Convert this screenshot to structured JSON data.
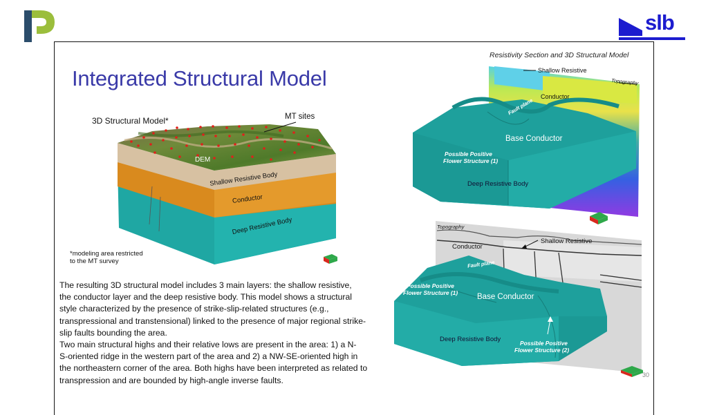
{
  "slide": {
    "title": "Integrated Structural Model",
    "page_number": "30"
  },
  "left_model": {
    "caption": "3D Structural Model*",
    "mt_sites_label": "MT sites",
    "dem_label": "DEM",
    "layers": {
      "shallow": "Shallow Resistive Body",
      "conductor": "Conductor",
      "deep": "Deep Resistive Body"
    },
    "footnote_line1": "*modeling area restricted",
    "footnote_line2": "to the MT survey"
  },
  "resistivity_section": {
    "title": "Resistivity Section and 3D Structural Model",
    "top": {
      "shallow_resistive": "Shallow Resistive",
      "topography": "Topography",
      "conductor": "Conductor",
      "fault_plane": "Fault plane",
      "base_conductor": "Base Conductor",
      "flower_line1": "Possible Positive",
      "flower_line2": "Flower Structure (1)",
      "deep_resistive": "Deep Resistive Body"
    },
    "bottom": {
      "topography": "Topography",
      "conductor": "Conductor",
      "shallow_resistive": "Shallow Resistive",
      "fault_plane": "Fault plane",
      "flower1_line1": "Possible Positive",
      "flower1_line2": "Flower Structure (1)",
      "base_conductor": "Base Conductor",
      "deep_resistive": "Deep Resistive Body",
      "flower2_line1": "Possible Positive",
      "flower2_line2": "Flower Structure (2)"
    }
  },
  "body_text": {
    "para1_lines": [
      "The resulting 3D structural model includes 3 main layers: the shallow resistive,",
      "the conductor layer and the deep resistive body. This model shows a structural",
      "style characterized by the presence of strike-slip-related structures (e.g.,",
      "transpressional and transtensional) linked to the presence of major regional strike-",
      "slip faults bounding the area."
    ],
    "para2_lines": [
      "Two main structural highs and their relative lows are present in the area: 1) a N-",
      "S-oriented ridge in the western part of the area and 2) a NW-SE-oriented high in",
      "the northeastern corner of the area. Both highs have been interpreted as related to",
      "transpression and are bounded by high-angle inverse faults."
    ]
  },
  "logos": {
    "right_text": "slb"
  },
  "colors": {
    "title": "#3a3aa8",
    "teal": "#1fa7a3",
    "conductor": "#d98a1e",
    "slb_blue": "#1c1ccf",
    "left_logo_blue": "#2b4d6b",
    "left_logo_green": "#9bbe3c"
  }
}
